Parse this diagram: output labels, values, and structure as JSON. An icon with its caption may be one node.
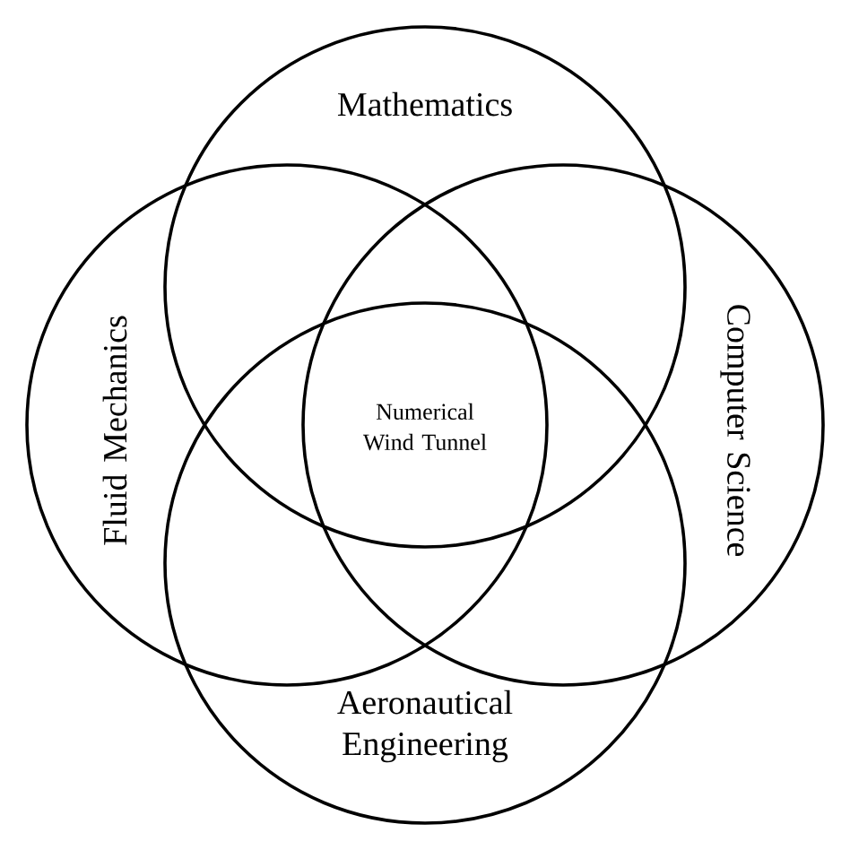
{
  "diagram": {
    "nodes": [
      {
        "text": [
          "Mathematics"
        ]
      },
      {
        "text": [
          "Fluid Mechanics"
        ]
      },
      {
        "text": [
          "Computer Science"
        ]
      },
      {
        "text": [
          "Aeronautical Engineering"
        ]
      }
    ],
    "labels": [
      "Numerical Wind Tunnel"
    ]
  }
}
